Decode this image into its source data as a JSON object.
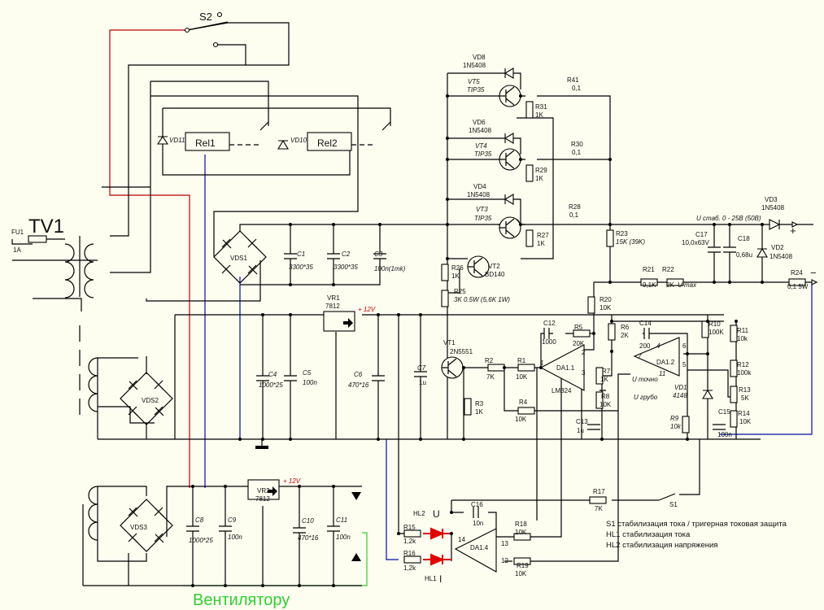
{
  "labels": {
    "S2": "S2",
    "TV1": "TV1",
    "FU1": "FU1",
    "FU1_v": "1A",
    "Rel1": "Rel1",
    "Rel2": "Rel2",
    "VD11": "VD11",
    "VD10": "VD10",
    "VDS1": "VDS1",
    "C1": "C1",
    "C1_v": "3300*35",
    "C2": "C2",
    "C2_v": "3300*35",
    "C3": "C3",
    "C3_v": "100n(1mk)",
    "VR1": "VR1",
    "VR1_v": "7812",
    "VR1_out": "+ 12V",
    "C4": "C4",
    "C4_v": "1000*25",
    "C5": "C5",
    "C5_v": "100n",
    "C6": "C6",
    "C6_v": "470*16",
    "C7": "C7",
    "C7_v": "1u",
    "VDS2": "VDS2",
    "VR2": "VR2",
    "VR2_v": "7812",
    "VR2_out": "+ 12V",
    "C8": "C8",
    "C8_v": "1000*25",
    "C9": "C9",
    "C9_v": "100n",
    "C10": "C10",
    "C10_v": "470*16",
    "C11": "C11",
    "C11_v": "100n",
    "VDS3": "VDS3",
    "fan": "Вентилятору",
    "VD8": "VD8",
    "VD8_v": "1N5408",
    "VT5": "VT5",
    "VT5_v": "TIP35",
    "R31": "R31",
    "R31_v": "1K",
    "R41": "R41",
    "R41_v": "0,1",
    "VD6": "VD6",
    "VD6_v": "1N5408",
    "VT4": "VT4",
    "VT4_v": "TIP35",
    "R29": "R29",
    "R29_v": "1K",
    "R30": "R30",
    "R30_v": "0,1",
    "VD4": "VD4",
    "VD4_v": "1N5408",
    "VT3": "VT3",
    "VT3_v": "TIP35",
    "R27": "R27",
    "R27_v": "1K",
    "R28": "R28",
    "R28_v": "0,1",
    "VT2": "VT2",
    "VT2_v": "BD140",
    "R26": "R26",
    "R26_v": "1K",
    "R25": "R25",
    "R25_v": "3K 0.5W (5,6K 1W)",
    "R23": "R23",
    "R23_v": "15K (39K)",
    "Ustab": "U стаб. 0 - 25В (50В)",
    "VD3": "VD3",
    "VD3_v": "1N5408",
    "plus": "+",
    "C17": "C17",
    "C17_v": "10,0x63V",
    "C18": "C18",
    "C18_v": "0,68u",
    "VD2": "VD2",
    "VD2_v": "1N5408",
    "R21": "R21",
    "R21_v": "9,1K",
    "R22": "R22",
    "R22_v": "2K",
    "Umax": "U max",
    "R24": "R24",
    "R24_v": "0,1 5W",
    "minus": "−",
    "R20": "R20",
    "R20_v": "10K",
    "VT1": "VT1",
    "VT1_v": "2N5551",
    "C12": "C12",
    "C12_v": "1000",
    "R5": "R5",
    "R5_v": "20K",
    "R2": "R2",
    "R2_v": "7K",
    "R1": "R1",
    "R1_v": "10K",
    "DA11": "DA1.1",
    "LM324": "LM324",
    "p1": "1",
    "p2": "2",
    "p3": "3",
    "R6": "R6",
    "R6_v": "2K",
    "C14": "C14",
    "C14_v": "200",
    "p4": "4",
    "R7": "R7",
    "R7_v": "1K",
    "R8": "R8",
    "R8_v": "10K",
    "Utochno": "U точно",
    "Ugrubo": "U грубо",
    "DA12": "DA1.2",
    "p7": "7",
    "p6": "6",
    "p5": "5",
    "p11": "11",
    "VD1": "VD1",
    "VD1_v": "4148",
    "R10": "R10",
    "R10_v": "100K",
    "R11": "R11",
    "R11_v": "10k",
    "R12": "R12",
    "R12_v": "100k",
    "R13": "R13",
    "R13_v": "5K",
    "R14": "R14",
    "R14_v": "10K",
    "R9": "R9",
    "R9_v": "10k",
    "C15": "C15",
    "C15_v": "100n",
    "R3": "R3",
    "R3_v": "1K",
    "R4": "R4",
    "R4_v": "10K",
    "C13": "C13",
    "C13_v": "1u",
    "R17": "R17",
    "R17_v": "7K",
    "S1": "S1",
    "note1": "S1 стабилизация тока / тригерная токовая защита",
    "note2": "HL1  стабилизация тока",
    "note3": "HL2 стабилизация напряжения",
    "C16": "C16",
    "C16_v": "10n",
    "HL2": "HL2",
    "U": "U",
    "R15": "R15",
    "R15_v": "1,2k",
    "R16": "R16",
    "R16_v": "1,2k",
    "HL1": "HL1",
    "I": "I",
    "DA14": "DA1.4",
    "p14": "14",
    "p13": "13",
    "p12": "12",
    "R18": "R18",
    "R18_v": "10K",
    "R19": "R19",
    "R19_v": "10K"
  },
  "colors": {
    "background": "#fdfdf0",
    "wire": "#000000",
    "relay_wire": "#c00000",
    "sense_wire": "#0010a0",
    "fan_wire": "#30d030",
    "led": "#e00000"
  }
}
